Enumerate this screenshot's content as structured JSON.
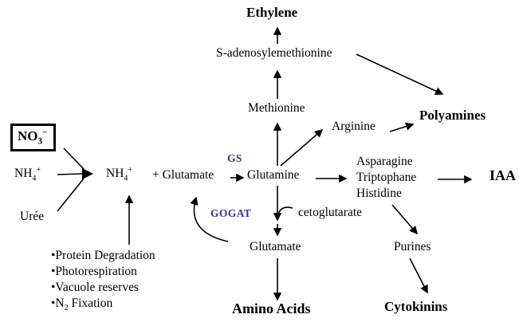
{
  "diagram": {
    "background": "#ffffff",
    "ink": "#000000",
    "enzyme_color": "#333399",
    "nodes": {
      "ethylene": "Ethylene",
      "sam": "S-adenosylemethionine",
      "methionine": "Methionine",
      "arginine": "Arginine",
      "polyamines": "Polyamines",
      "no3": {
        "base": "NO",
        "sub": "3",
        "sup": "−"
      },
      "nh4_source": {
        "base": "NH",
        "sub": "4",
        "sup": "+"
      },
      "uree": "Urée",
      "nh4_main": {
        "base": "NH",
        "sub": "4",
        "sup": "+"
      },
      "plus_glutamate": "+ Glutamate",
      "glutamine": "Glutamine",
      "cetoglutarate": "cetoglutarate",
      "amino_group": [
        "Asparagine",
        "Triptophane",
        "Histidine"
      ],
      "iaa": "IAA",
      "glutamate": "Glutamate",
      "amino_acids": "Amino Acids",
      "purines": "Purines",
      "cytokinins": "Cytokinins"
    },
    "enzymes": {
      "gs": "GS",
      "gogat": "GOGAT"
    },
    "ammonium_sources": [
      {
        "text": "•Protein Degradation"
      },
      {
        "text": "•Photorespiration"
      },
      {
        "text": "•Vacuole reserves"
      },
      {
        "pre": "•N",
        "sub": "2",
        "post": " Fixation"
      }
    ]
  }
}
